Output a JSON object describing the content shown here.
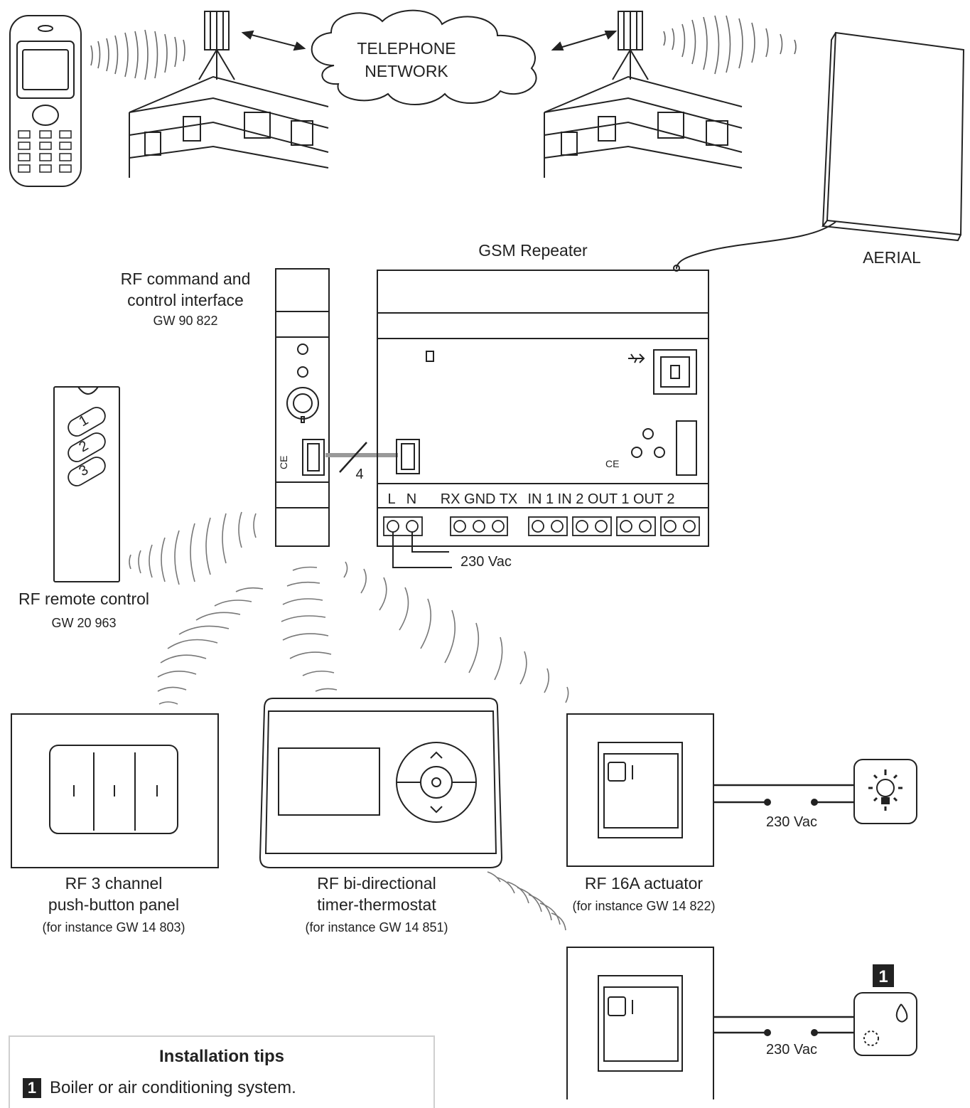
{
  "labels": {
    "telephone_network": [
      "TELEPHONE",
      "NETWORK"
    ],
    "gsm_repeater": "GSM Repeater",
    "aerial": "AERIAL",
    "rf_interface": [
      "RF command and",
      "control interface"
    ],
    "rf_interface_code": "GW 90 822",
    "rf_remote": "RF remote control",
    "rf_remote_code": "GW 20 963",
    "bus_count": "4",
    "supply_repeater": "230 Vac",
    "supply_actuator1": "230 Vac",
    "supply_actuator2": "230 Vac",
    "push_panel": [
      "RF 3 channel",
      "push-button panel"
    ],
    "push_panel_code": "(for instance GW 14 803)",
    "thermostat": [
      "RF bi-directional",
      "timer-thermostat"
    ],
    "thermostat_code": "(for instance GW 14 851)",
    "actuator": "RF 16A actuator",
    "actuator_code": "(for instance GW 14 822)",
    "boiler_badge": "1"
  },
  "terminals": {
    "power": [
      "L",
      "N"
    ],
    "serial": "RX GND TX",
    "io": "IN 1 IN 2 OUT 1 OUT 2"
  },
  "remote_buttons": [
    "1",
    "2",
    "3"
  ],
  "installation_tips": {
    "title": "Installation tips",
    "items": [
      {
        "badge": "1",
        "text": "Boiler or air conditioning system."
      }
    ]
  }
}
